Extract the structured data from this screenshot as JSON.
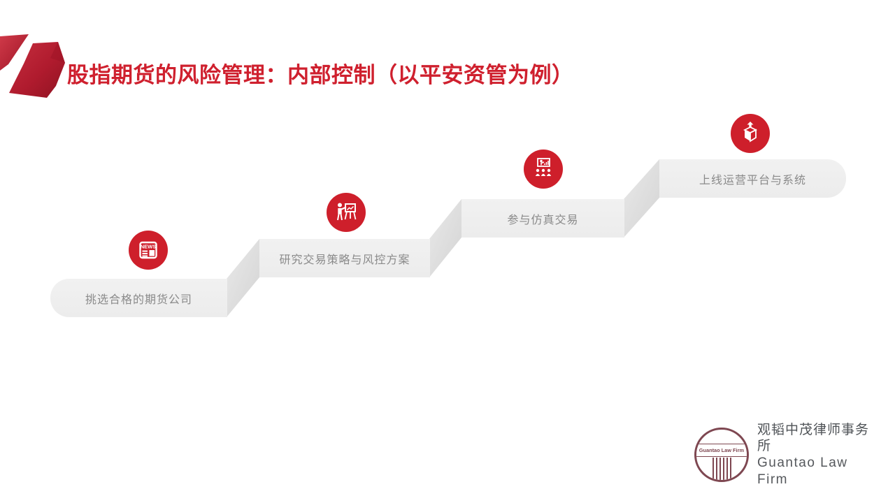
{
  "slide": {
    "title": "股指期货的风险管理：内部控制（以平安资管为例）"
  },
  "steps": [
    {
      "label": "挑选合格的期货公司",
      "icon": "newspaper-icon",
      "icon_text": "NEWS"
    },
    {
      "label": "研究交易策略与风控方案",
      "icon": "presenter-easel-icon"
    },
    {
      "label": "参与仿真交易",
      "icon": "simulation-training-icon"
    },
    {
      "label": "上线运营平台与系统",
      "icon": "launch-box-icon"
    }
  ],
  "footer": {
    "logo_circle_text": "Guantao Law Firm",
    "firm_name_cn": "观韬中茂律师事务所",
    "firm_name_en": "Guantao Law Firm"
  },
  "colors": {
    "title_red": "#cf202e",
    "icon_circle_red": "#ce1f2b",
    "bar_fill": "#efefef",
    "connector_fill": "#dcdcdc",
    "bar_text_gray": "#8a8a8a",
    "logo_maroon": "#7e4751",
    "footer_text_gray": "#53565a"
  }
}
